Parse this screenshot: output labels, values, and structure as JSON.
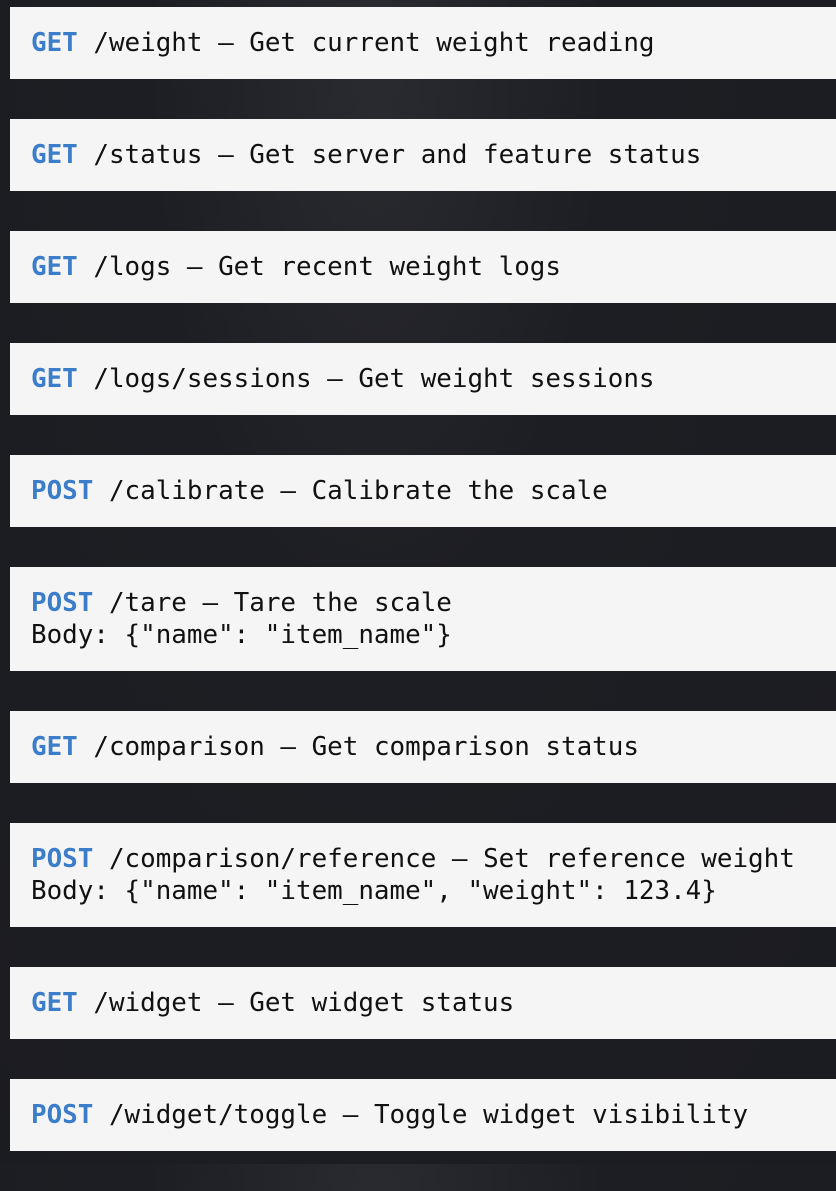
{
  "endpoints": [
    {
      "method": "GET",
      "path": "/weight",
      "description": "Get current weight reading"
    },
    {
      "method": "GET",
      "path": "/status",
      "description": "Get server and feature status"
    },
    {
      "method": "GET",
      "path": "/logs",
      "description": "Get recent weight logs"
    },
    {
      "method": "GET",
      "path": "/logs/sessions",
      "description": "Get weight sessions"
    },
    {
      "method": "POST",
      "path": "/calibrate",
      "description": "Calibrate the scale"
    },
    {
      "method": "POST",
      "path": "/tare",
      "description": "Tare the scale",
      "body": "Body: {\"name\": \"item_name\"}"
    },
    {
      "method": "GET",
      "path": "/comparison",
      "description": "Get comparison status"
    },
    {
      "method": "POST",
      "path": "/comparison/reference",
      "description": "Set reference weight",
      "body": "Body: {\"name\": \"item_name\", \"weight\": 123.4}"
    },
    {
      "method": "GET",
      "path": "/widget",
      "description": "Get widget status"
    },
    {
      "method": "POST",
      "path": "/widget/toggle",
      "description": "Toggle widget visibility"
    }
  ],
  "colors": {
    "method": "#3b7dc9",
    "background": "#1c1d22",
    "card": "#f5f5f5"
  }
}
